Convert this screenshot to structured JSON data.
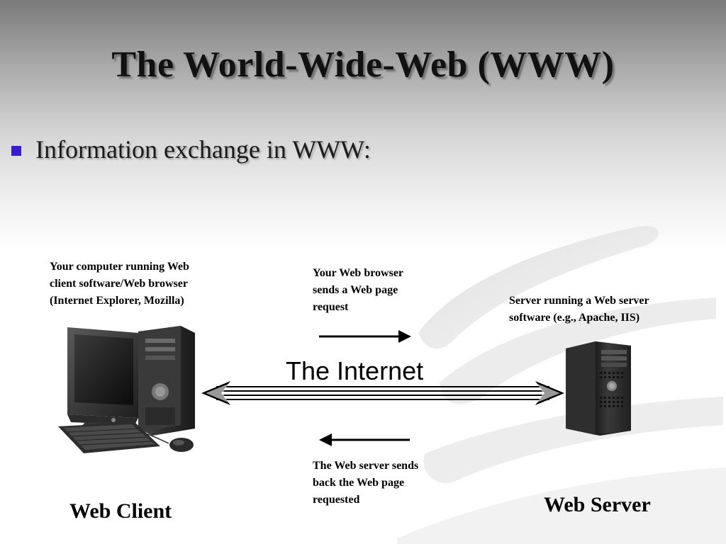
{
  "slide": {
    "title": "The World-Wide-Web (WWW)",
    "bullet": "Information exchange in WWW:"
  },
  "diagram": {
    "client_caption": [
      "Your computer running Web",
      "client software/Web browser",
      "(Internet Explorer, Mozilla)"
    ],
    "request_caption": [
      "Your Web browser",
      "sends a Web page",
      "request"
    ],
    "server_caption": [
      "Server running a Web server",
      "software (e.g., Apache, IIS)"
    ],
    "response_caption": [
      "The Web server sends",
      "back the Web page",
      "requested"
    ],
    "internet_label": "The Internet",
    "client_label": "Web Client",
    "server_label": "Web Server"
  },
  "colors": {
    "bullet": "#3a1cc8"
  }
}
